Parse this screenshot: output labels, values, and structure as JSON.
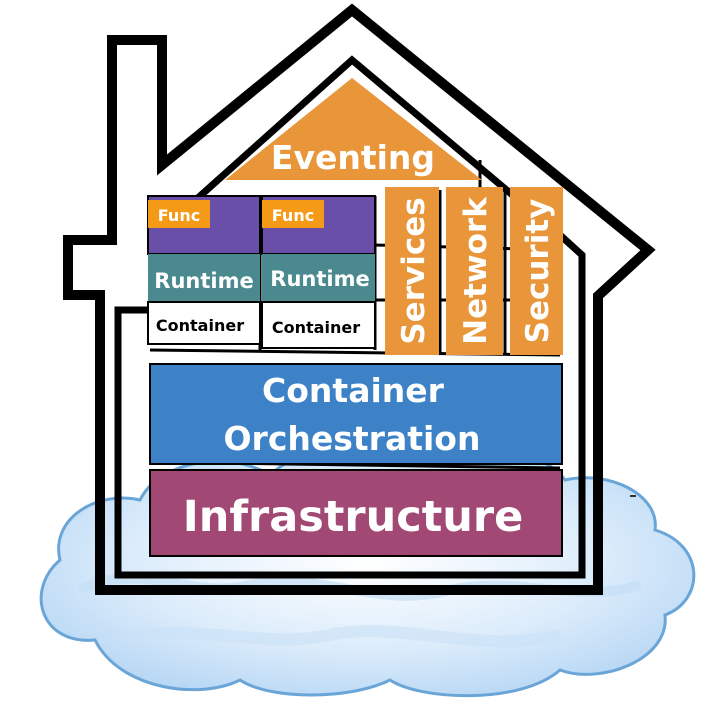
{
  "diagram": {
    "eventing": "Eventing",
    "stacks": [
      {
        "func": "Func",
        "runtime": "Runtime",
        "container": "Container"
      },
      {
        "func": "Func",
        "runtime": "Runtime",
        "container": "Container"
      }
    ],
    "pillars": [
      "Services",
      "Network",
      "Security"
    ],
    "orchestration": {
      "line1": "Container",
      "line2": "Orchestration"
    },
    "infrastructure": "Infrastructure"
  },
  "colors": {
    "orange": "#E9953A",
    "purple": "#6A4FA8",
    "teal": "#4A8A8F",
    "blue": "#3D82C6",
    "infrastructure": "#A24874",
    "cloud_fill": "#BCDBF6",
    "cloud_stroke": "#6AA5D8",
    "outline": "#000000"
  }
}
